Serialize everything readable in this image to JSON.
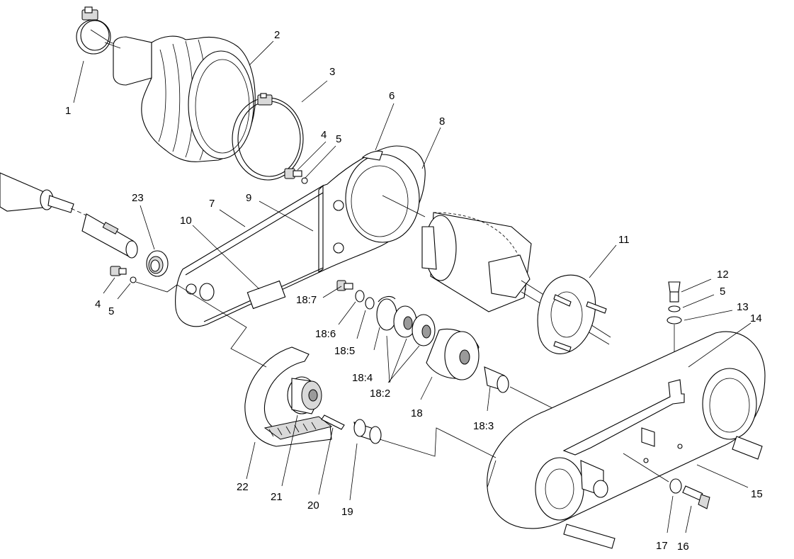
{
  "callouts": [
    {
      "id": "c1",
      "text": "1"
    },
    {
      "id": "c2",
      "text": "2"
    },
    {
      "id": "c3",
      "text": "3"
    },
    {
      "id": "c4a",
      "text": "4"
    },
    {
      "id": "c5a",
      "text": "5"
    },
    {
      "id": "c6",
      "text": "6"
    },
    {
      "id": "c8",
      "text": "8"
    },
    {
      "id": "c23",
      "text": "23"
    },
    {
      "id": "c7",
      "text": "7"
    },
    {
      "id": "c9",
      "text": "9"
    },
    {
      "id": "c10",
      "text": "10"
    },
    {
      "id": "c11",
      "text": "11"
    },
    {
      "id": "c12",
      "text": "12"
    },
    {
      "id": "c5b",
      "text": "5"
    },
    {
      "id": "c13",
      "text": "13"
    },
    {
      "id": "c14",
      "text": "14"
    },
    {
      "id": "c4b",
      "text": "4"
    },
    {
      "id": "c5c",
      "text": "5"
    },
    {
      "id": "c18_7",
      "text": "18:7"
    },
    {
      "id": "c18_6",
      "text": "18:6"
    },
    {
      "id": "c18_5",
      "text": "18:5"
    },
    {
      "id": "c18_4",
      "text": "18:4"
    },
    {
      "id": "c18_2",
      "text": "18:2"
    },
    {
      "id": "c18",
      "text": "18"
    },
    {
      "id": "c18_3",
      "text": "18:3"
    },
    {
      "id": "c15",
      "text": "15"
    },
    {
      "id": "c22",
      "text": "22"
    },
    {
      "id": "c21",
      "text": "21"
    },
    {
      "id": "c20",
      "text": "20"
    },
    {
      "id": "c19",
      "text": "19"
    },
    {
      "id": "c17",
      "text": "17"
    },
    {
      "id": "c16",
      "text": "16"
    }
  ]
}
